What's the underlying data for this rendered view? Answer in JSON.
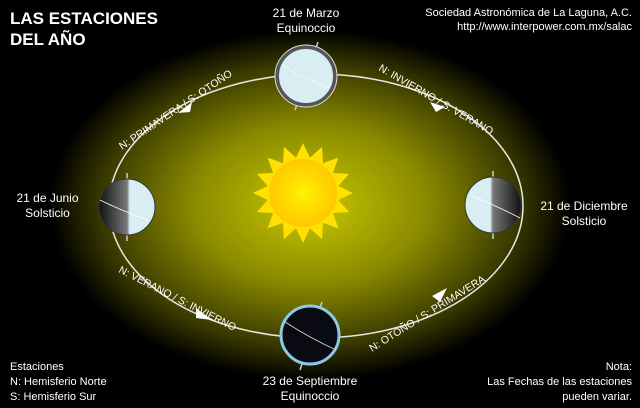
{
  "title_line1": "LAS ESTACIONES",
  "title_line2": "DEL AÑO",
  "credit": {
    "org": "Sociedad Astronómica de La Laguna, A.C.",
    "url": "http://www.interpower.com.mx/salac"
  },
  "positions": {
    "top": {
      "date": "21 de Marzo",
      "event": "Equinoccio"
    },
    "left": {
      "date": "21 de Junio",
      "event": "Solsticio"
    },
    "right": {
      "date": "21 de Diciembre",
      "event": "Solsticio"
    },
    "bottom": {
      "date": "23 de Septiembre",
      "event": "Equinoccio"
    }
  },
  "arcs": {
    "top_left": "N: PRIMAVERA / S: OTOÑO",
    "top_right": "N: INVIERNO / S: VERANO",
    "bottom_left": "N: VERANO / S: INVIERNO",
    "bottom_right": "N: OTOÑO / S: PRIMAVERA"
  },
  "legend": {
    "heading": "Estaciones",
    "north": "N: Hemisferio Norte",
    "south": "S: Hemisferio Sur"
  },
  "note": {
    "heading": "Nota:",
    "line1": "Las Fechas de las estaciones",
    "line2": "pueden variar."
  },
  "colors": {
    "sun": "#ffe000",
    "glow": "#8a8a00",
    "earth_light": "#d8eef2",
    "earth_ring_blue": "#8ec8e8"
  }
}
